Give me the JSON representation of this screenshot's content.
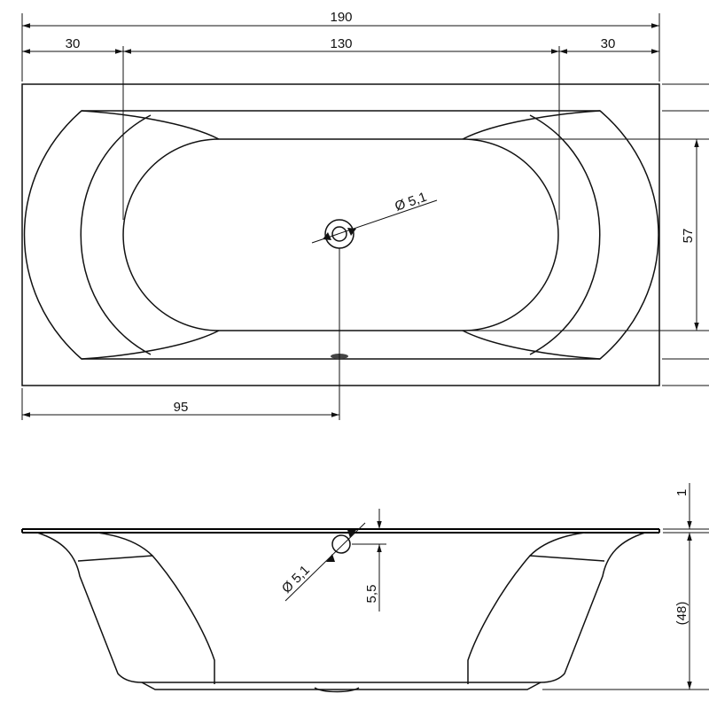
{
  "top_view": {
    "dim_total_width": "190",
    "dim_left_rim": "30",
    "dim_inner_width": "130",
    "dim_right_rim": "30",
    "dim_inner_depth": "57",
    "dim_drain_diameter": "Ø 5,1",
    "dim_drain_offset": "95"
  },
  "side_view": {
    "dim_rim_thickness": "1",
    "dim_overflow_diameter": "Ø 5,1",
    "dim_overflow_offset": "5,5",
    "dim_height": "(48)"
  }
}
